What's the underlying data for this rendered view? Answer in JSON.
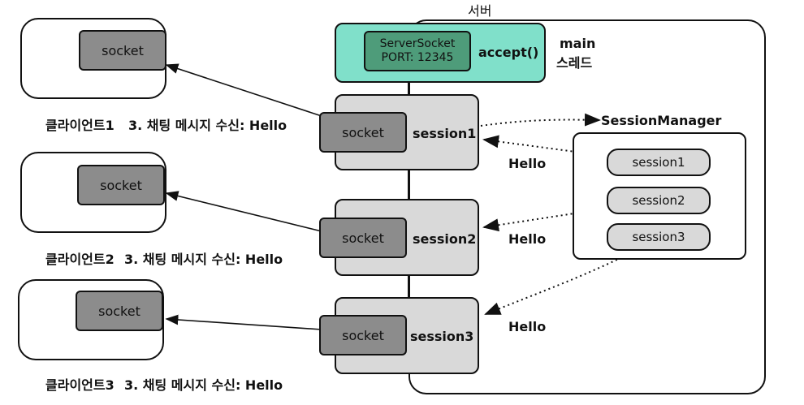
{
  "server": {
    "title": "서버"
  },
  "main_thread": {
    "server_socket_line1": "ServerSocket",
    "server_socket_line2": "PORT: 12345",
    "accept_label": "accept()",
    "thread_label_1": "main",
    "thread_label_2": "스레드"
  },
  "clients": [
    {
      "socket_label": "socket",
      "name": "클라이언트1",
      "message": "3. 채팅 메시지 수신: Hello"
    },
    {
      "socket_label": "socket",
      "name": "클라이언트2",
      "message": "3. 채팅 메시지 수신: Hello"
    },
    {
      "socket_label": "socket",
      "name": "클라이언트3",
      "message": "3. 채팅 메시지 수신: Hello"
    }
  ],
  "sessions": [
    {
      "socket_label": "socket",
      "name": "session1"
    },
    {
      "socket_label": "socket",
      "name": "session2"
    },
    {
      "socket_label": "socket",
      "name": "session3"
    }
  ],
  "session_manager": {
    "title": "SessionManager",
    "items": [
      "session1",
      "session2",
      "session3"
    ]
  },
  "broadcast_labels": [
    "Hello",
    "Hello",
    "Hello"
  ],
  "colors": {
    "server_socket_fill": "#80e0ca",
    "server_socket_inner": "#4e9c7a",
    "socket_fill": "#8c8c8c",
    "session_fill": "#d9d9d9"
  }
}
